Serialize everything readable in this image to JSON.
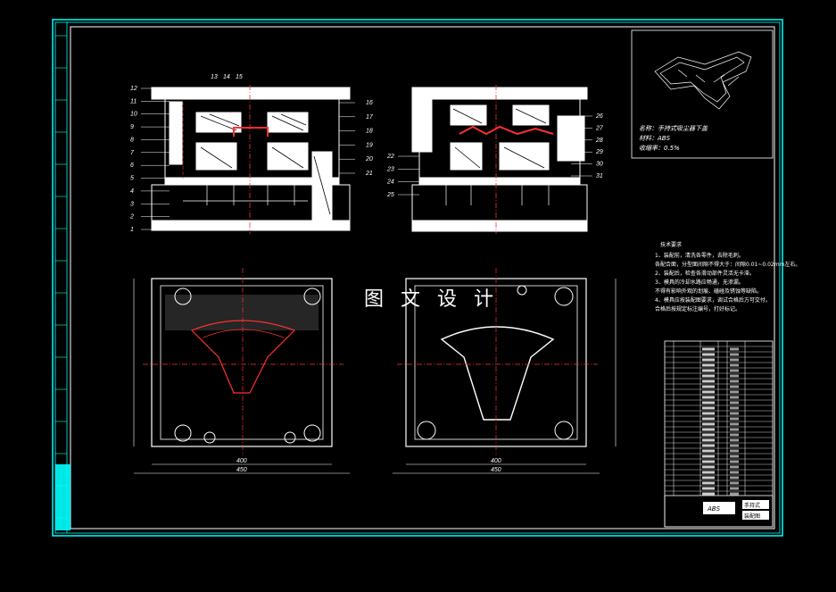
{
  "watermark": "图 文 设 计",
  "left_section": {
    "labels_left": [
      "12",
      "11",
      "10",
      "9",
      "8",
      "7",
      "6",
      "5",
      "4",
      "3",
      "2",
      "1"
    ],
    "labels_top": [
      "13",
      "14",
      "15"
    ],
    "labels_right": [
      "16",
      "17",
      "18",
      "19",
      "20",
      "21"
    ]
  },
  "right_section": {
    "labels_left": [
      "22",
      "23",
      "24",
      "25"
    ],
    "labels_right": [
      "26",
      "27",
      "28",
      "29",
      "30",
      "31"
    ]
  },
  "part_info": {
    "name": "名称：手持式吸尘器下盖",
    "material": "材料：ABS",
    "shrinkage": "收缩率：0.5%"
  },
  "tech_notes": {
    "title": "技术要求",
    "lines": [
      "1、装配前，清洗各零件，去除毛刺。",
      "各配合面，分型面间隙不得大于：间隙0.01~0.02mm左右。",
      "2、装配后，检查各滑动部件灵活无卡滞。",
      "3、模具的冷却水路应畅通，无渗漏。",
      "不得有影响外观的划痕、磕碰及锈蚀等缺陷。",
      "4、模具应按装配图要求，调试合格后方可交付。",
      "合格后按规定标注编号，打好标记。"
    ]
  },
  "title_block": {
    "material": "ABS",
    "name": "手持式",
    "drawing": "装配图"
  },
  "dims": {
    "left_bottom_1": "400",
    "left_bottom_2": "450",
    "right_bottom_1": "400",
    "right_bottom_2": "450"
  },
  "colors": {
    "frame": "#00ffff",
    "outline": "#ffffff",
    "center_line": "#ff3030",
    "hatch": "#ffffff"
  }
}
